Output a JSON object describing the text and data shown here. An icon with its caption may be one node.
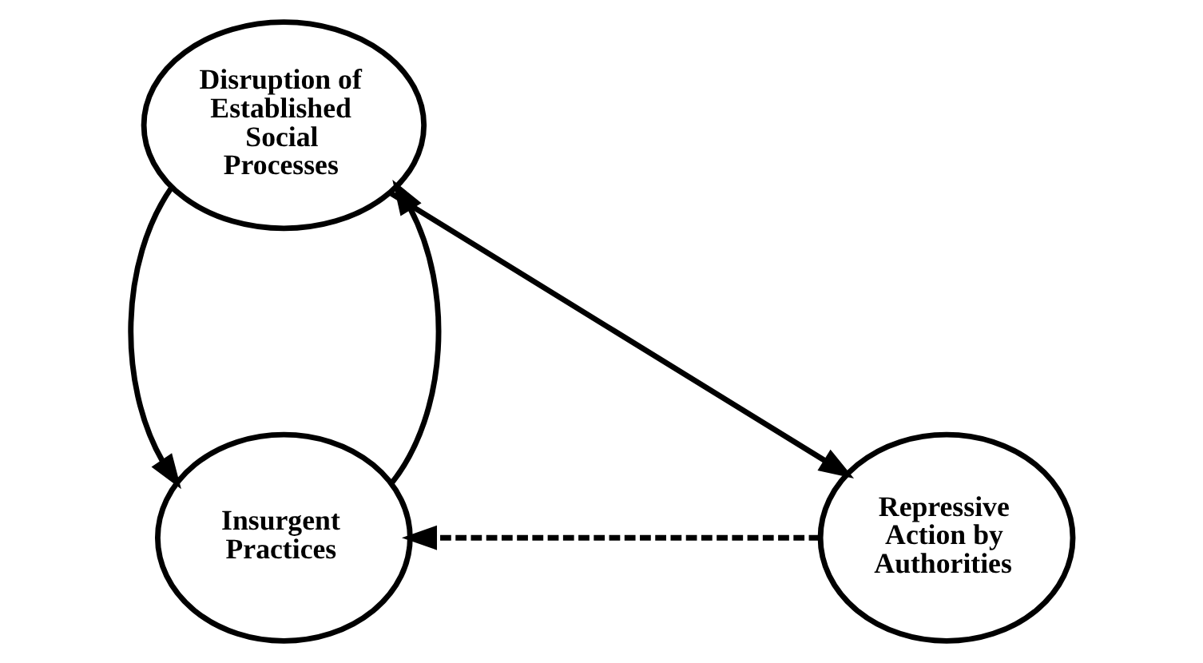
{
  "diagram": {
    "nodes": [
      {
        "text": [
          "Disruption of Established Social Processes"
        ]
      },
      {
        "text": [
          "Insurgent Practices"
        ]
      },
      {
        "text": [
          "Repressive Action by Authorities"
        ]
      }
    ],
    "edges": [
      {
        "from": 1,
        "to": 0,
        "arrow": "to"
      },
      {
        "from": 0,
        "to": 1,
        "arrow": "to"
      },
      {
        "from": 0,
        "to": 2,
        "arrow": "to"
      },
      {
        "from": 2,
        "to": 1,
        "arrow": "to",
        "style": "dashed"
      }
    ]
  }
}
